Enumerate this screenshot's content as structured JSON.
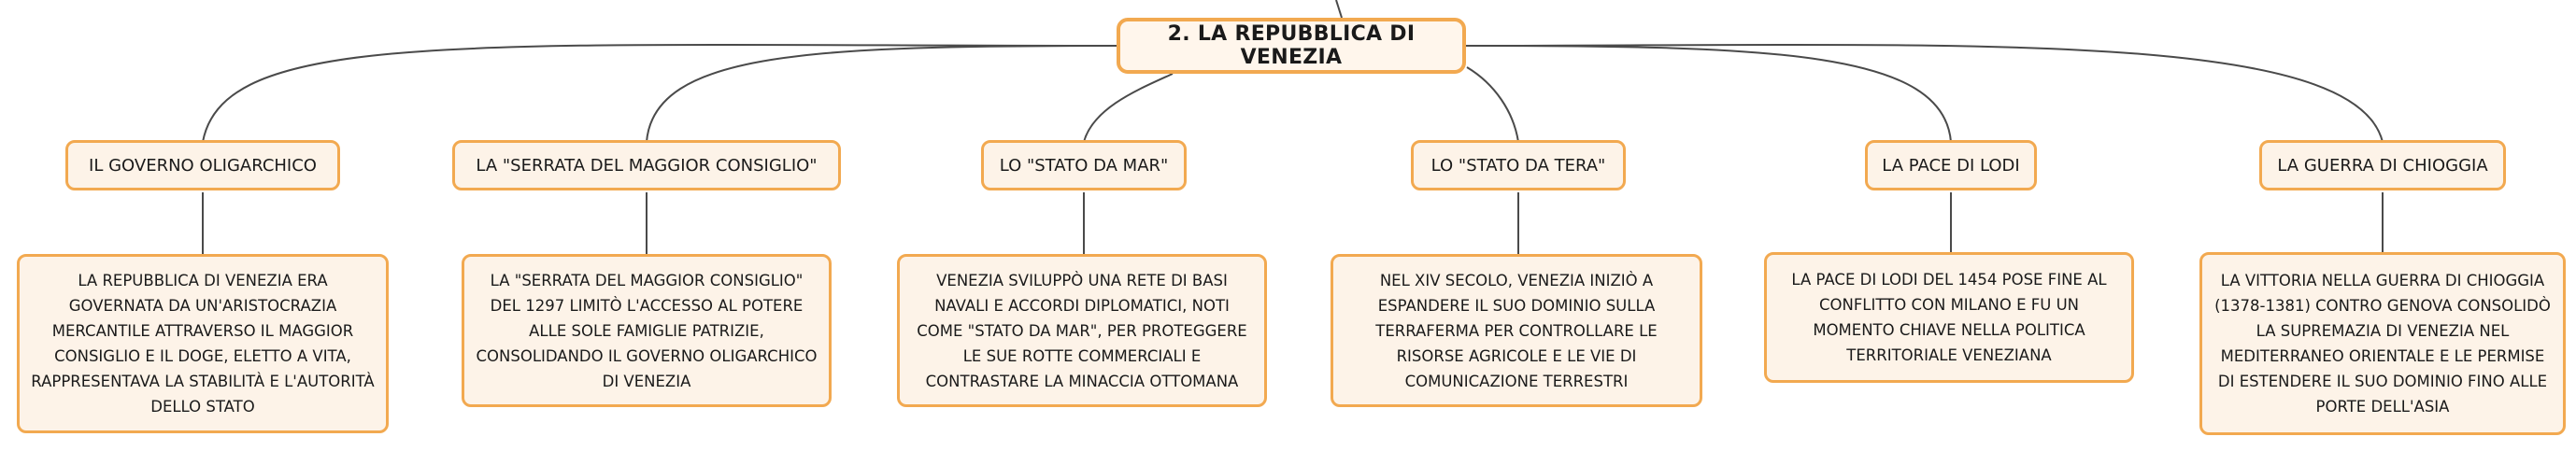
{
  "root": {
    "label": "2. LA REPUBBLICA DI VENEZIA"
  },
  "topics": [
    {
      "label": "IL GOVERNO OLIGARCHICO",
      "detail": "LA REPUBBLICA DI VENEZIA ERA GOVERNATA DA UN'ARISTOCRAZIA MERCANTILE ATTRAVERSO IL MAGGIOR CONSIGLIO E IL DOGE, ELETTO A VITA, RAPPRESENTAVA LA STABILITÀ E L'AUTORITÀ DELLO STATO"
    },
    {
      "label": "LA \"SERRATA DEL MAGGIOR CONSIGLIO\"",
      "detail": "LA \"SERRATA DEL MAGGIOR CONSIGLIO\" DEL 1297 LIMITÒ L'ACCESSO AL POTERE ALLE SOLE FAMIGLIE PATRIZIE, CONSOLIDANDO IL GOVERNO OLIGARCHICO DI VENEZIA"
    },
    {
      "label": "LO \"STATO DA MAR\"",
      "detail": "VENEZIA SVILUPPÒ UNA RETE DI BASI NAVALI E ACCORDI DIPLOMATICI, NOTI COME \"STATO DA MAR\", PER PROTEGGERE LE SUE ROTTE COMMERCIALI E CONTRASTARE LA MINACCIA OTTOMANA"
    },
    {
      "label": "LO \"STATO DA TERA\"",
      "detail": "NEL XIV SECOLO, VENEZIA INIZIÒ A ESPANDERE IL SUO DOMINIO SULLA TERRAFERMA PER CONTROLLARE LE RISORSE AGRICOLE E LE VIE DI COMUNICAZIONE TERRESTRI"
    },
    {
      "label": "LA PACE DI LODI",
      "detail": "LA PACE DI LODI DEL 1454 POSE FINE AL CONFLITTO CON MILANO E FU UN MOMENTO CHIAVE NELLA POLITICA TERRITORIALE VENEZIANA"
    },
    {
      "label": "LA GUERRA DI CHIOGGIA",
      "detail": "LA VITTORIA NELLA GUERRA DI CHIOGGIA (1378-1381) CONTRO GENOVA CONSOLIDÒ LA SUPREMAZIA DI VENEZIA NEL MEDITERRANEO ORIENTALE E LE PERMISE DI ESTENDERE IL SUO DOMINIO FINO ALLE PORTE DELL'ASIA"
    }
  ],
  "colors": {
    "node_border": "#f2a950",
    "node_fill": "#fdf3e8",
    "connector": "#4a4a4a"
  }
}
